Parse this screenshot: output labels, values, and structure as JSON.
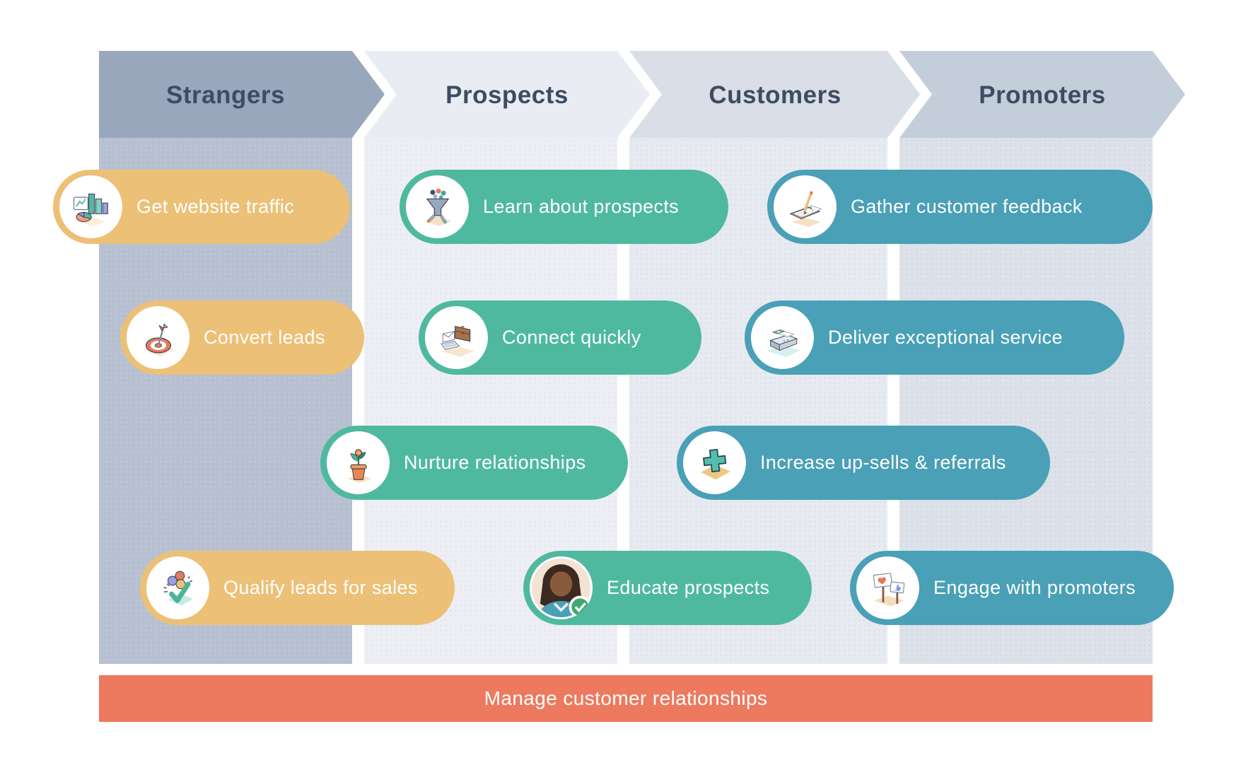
{
  "funnel": {
    "stages": [
      {
        "label": "Strangers",
        "arrow_color": "#99a7bd",
        "column_color": "#b7c0d0"
      },
      {
        "label": "Prospects",
        "arrow_color": "#e9edf3",
        "column_color": "#edeff5"
      },
      {
        "label": "Customers",
        "arrow_color": "#d9dee7",
        "column_color": "#e7eaf1"
      },
      {
        "label": "Promoters",
        "arrow_color": "#c4cedb",
        "column_color": "#dce1ea"
      }
    ],
    "heading_text_color": "#3d4c62",
    "pill_colors": {
      "attract_yellow": "#ecc076",
      "engage_green": "#4fb9a0",
      "delight_teal": "#4aa0b6"
    },
    "pills": {
      "get_website_traffic": {
        "label": "Get website traffic",
        "icon": "analytics-charts-icon",
        "stage": "Strangers",
        "color": "#ecc076"
      },
      "convert_leads": {
        "label": "Convert leads",
        "icon": "target-dart-icon",
        "stage": "Strangers",
        "color": "#ecc076"
      },
      "qualify_leads_for_sales": {
        "label": "Qualify leads for sales",
        "icon": "checkmark-celebration-icon",
        "stage": "Strangers",
        "color": "#ecc076"
      },
      "learn_about_prospects": {
        "label": "Learn about prospects",
        "icon": "funnel-icon",
        "stage": "Prospects",
        "color": "#4fb9a0"
      },
      "connect_quickly": {
        "label": "Connect quickly",
        "icon": "briefcase-laptop-icon",
        "stage": "Prospects",
        "color": "#4fb9a0"
      },
      "nurture_relationships": {
        "label": "Nurture relationships",
        "icon": "potted-plant-icon",
        "stage": "Prospects",
        "color": "#4fb9a0"
      },
      "educate_prospects": {
        "label": "Educate prospects",
        "icon": "person-avatar-verified-icon",
        "stage": "Prospects",
        "color": "#4fb9a0"
      },
      "gather_customer_feedback": {
        "label": "Gather customer feedback",
        "icon": "clipboard-pencil-icon",
        "stage": "Customers",
        "color": "#4aa0b6"
      },
      "deliver_exceptional_service": {
        "label": "Deliver exceptional service",
        "icon": "service-machine-icon",
        "stage": "Customers",
        "color": "#4aa0b6"
      },
      "increase_upsells_referrals": {
        "label": "Increase up-sells & referrals",
        "icon": "plus-cross-icon",
        "stage": "Customers",
        "color": "#4aa0b6"
      },
      "engage_with_promoters": {
        "label": "Engage with promoters",
        "icon": "signs-heart-icon",
        "stage": "Promoters",
        "color": "#4aa0b6"
      }
    },
    "footer": {
      "label": "Manage customer relationships",
      "color": "#ed7a5e"
    }
  }
}
